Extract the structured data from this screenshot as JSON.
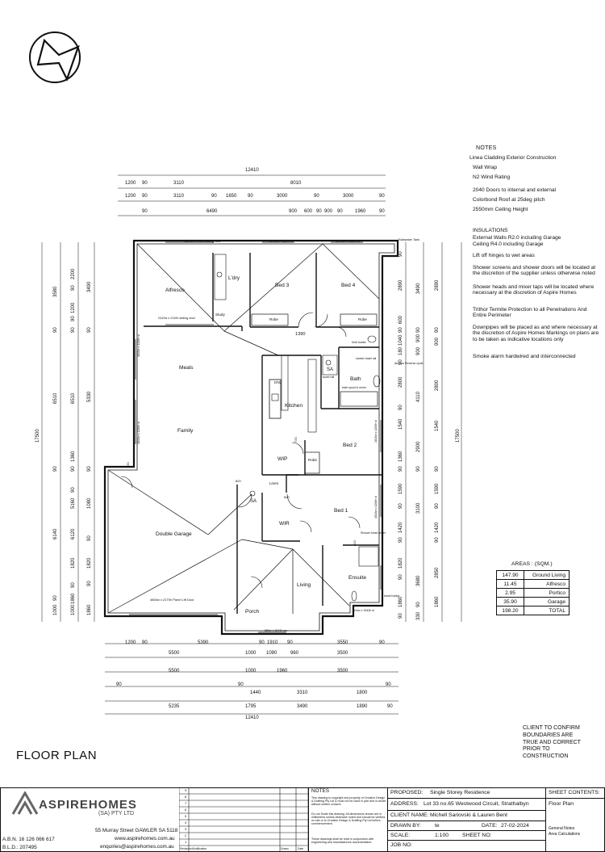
{
  "north_arrow": "compass-logo-icon",
  "notes": {
    "title": "NOTES",
    "items": [
      "Linea Cladding Exterior Construction",
      "Wall Wrap",
      "N2 Wind Rating",
      "2040 Doors to internal and external",
      "Colorbond Roof at 25deg pitch",
      "2550mm Ceiling Height",
      "INSULATIONS",
      "External Walls R2.0 including Garage",
      "Ceiling  R4.0 including Garage",
      "Lift off hinges to wet areas",
      "Shower screens and shower doors will be located at the discretion of the supplier unless otherwise noted",
      "Shower heads and mixer taps will be located where necessary at the discretion of Aspire Homes",
      "Trithor Termite Protection to all Penetrations And Entire Perimeter",
      "Downpipes will be placed as and where necessary at the discretion of Aspire Homes Markings on plans are to be taken as indicative locations only",
      "Smoke alarm hardwired and interconnected"
    ]
  },
  "rooms": {
    "alfresco": "Alfresco",
    "ldry": "L'dry",
    "study": "Study",
    "bed3": "Bed 3",
    "bed4": "Bed 4",
    "robe": "Robe",
    "meals": "Meals",
    "kitchen": "Kitchen",
    "family": "Family",
    "bath": "Bath",
    "bed2": "Bed 2",
    "wip": "WIP",
    "linen": "Linen",
    "double_garage": "Double Garage",
    "wir": "WIR",
    "bed1": "Bed 1",
    "ensuite": "Ensuite",
    "living": "Living",
    "porch": "Porch",
    "sa": "SA",
    "dw": "D/W"
  },
  "plan_labels": {
    "alf_door_top": "1450w x 2110h sliding door",
    "bed3_win": "1810w x 1543h sl",
    "bed4_win": "1810w x 1543h sl",
    "alf_door_bottom": "2410w x 2110h sliding door",
    "rainwater": "Rainwater Tank",
    "shower_towel": "shower towel rail",
    "toilet_roll": "t/roll holder",
    "towel_rail": "towel rail",
    "bath_spout": "bath spout & mixer",
    "air_con": "Air Con Reverse cycle",
    "meals_win": "1810w x 1200h sl",
    "family_win": "1810w x 1200h sl",
    "bed2_win": "1810w x 1200h sl",
    "bed1_win": "1810w x 1200h sl",
    "garage_door": "4800w x 2270h Panel Lift Door",
    "shower_head": "Shower head mixer",
    "towel_holder": "towel holder",
    "ensuite_win": "610w x 1543h sl",
    "living_win": "850w x 1543h aw",
    "d820a": "820",
    "d820b": "820",
    "d720": "720",
    "d1390": "1390",
    "d820c": "820",
    "d620": "620"
  },
  "dims_top": {
    "overall": "12410",
    "r1": [
      "1200",
      "90",
      "3110",
      "8010"
    ],
    "r2": [
      "1200",
      "90",
      "3110",
      "90",
      "1650",
      "90",
      "3000",
      "90",
      "3000",
      "90"
    ],
    "r3": [
      "90",
      "6490",
      "900",
      "600",
      "90",
      "900",
      "90",
      "1960",
      "90"
    ]
  },
  "dims_left": {
    "overall": "17500",
    "c1": [
      "3580",
      "90",
      "6510",
      "90",
      "6140",
      "1000",
      "90"
    ],
    "c2": [
      "2200",
      "90",
      "1200",
      "90",
      "90",
      "6510",
      "90",
      "1360",
      "90",
      "5160",
      "6120",
      "1820",
      "90",
      "1000",
      "1860"
    ],
    "c3": [
      "3490",
      "90",
      "5330",
      "90",
      "1080",
      "90",
      "1820",
      "90",
      "1860"
    ]
  },
  "dims_right": {
    "overall": "17500",
    "c1": [
      "90",
      "2890",
      "90",
      "1040",
      "180",
      "600",
      "90",
      "2800",
      "90",
      "1540",
      "1360",
      "90",
      "1590",
      "90",
      "1420",
      "90",
      "1820",
      "90",
      "1860",
      "90"
    ],
    "c2": [
      "3490",
      "90",
      "900",
      "900",
      "4110",
      "2900",
      "90",
      "3100",
      "3680",
      "90",
      "330"
    ],
    "c3": [
      "2890",
      "90",
      "900",
      "2800",
      "1540",
      "90",
      "1590",
      "90",
      "1420",
      "90",
      "2850",
      "1860"
    ]
  },
  "dims_bottom": {
    "r1": [
      "1200",
      "90",
      "5390",
      "90",
      "1910",
      "90",
      "3550",
      "90"
    ],
    "r2": [
      "5500",
      "1000",
      "1090",
      "960",
      "3500"
    ],
    "r3": [
      "5500",
      "1000",
      "1960",
      "3500"
    ],
    "r4": [
      "90",
      "90",
      "1440",
      "3310",
      "1800",
      "90"
    ],
    "r5": [
      "5235",
      "1795",
      "3490",
      "1890",
      "90"
    ],
    "overall": "12410"
  },
  "areas": {
    "heading": "AREAS : (SQM.)",
    "rows": [
      {
        "value": "147.90",
        "label": "Ground Living"
      },
      {
        "value": "11.45",
        "label": "Alfresco"
      },
      {
        "value": "2.95",
        "label": "Portico"
      },
      {
        "value": "35.90",
        "label": "Garage"
      },
      {
        "value": "198.20",
        "label": "TOTAL"
      }
    ]
  },
  "client_confirm": "CLIENT TO CONFIRM BOUNDARIES ARE TRUE AND CORRECT PRIOR TO CONSTRUCTION",
  "plan_title": "FLOOR PLAN",
  "company": {
    "name": "ASPIREHOMES",
    "sub": "(SA) PTY LTD",
    "abn": "A.B.N. 16 126 066 617",
    "bld": "B.L.D.: 207495",
    "address": "55 Murray Street GAWLER SA 5118",
    "web": "www.aspirehomes.com.au",
    "email": "enquiries@aspirehomes.com.au"
  },
  "revisions": {
    "numbers": [
      "9",
      "8",
      "7",
      "6",
      "5",
      "4",
      "3",
      "2",
      "1"
    ],
    "col_revisions": "Revisions",
    "col_modification": "Modification",
    "col_drawn": "Drawn",
    "col_date": "Date"
  },
  "tb_notes": {
    "title": "NOTES",
    "p1": "This drawing is copyright and property of Creative Design & Drafting Pty Ltd & must not be used in part and in whole without written consent.",
    "p2": "Do not Scale this drawing. All dimensions shown are in millimetres unless otherwise noted and should be verified on site or to Creative Design & Drafting Pty Ltd before commencement.",
    "p3": "These drawings shall be read in conjunction with engineering and manufacturers documentation."
  },
  "project": {
    "proposed_label": "PROPOSED:",
    "proposed": "Single Storey Residence",
    "address_label": "ADDRESS:",
    "address": "Lot 33 no.65 Westwood Circuit, Strathalbyn",
    "client_label": "CLIENT NAME:",
    "client": "Michell Sariovski & Lauren Bent",
    "drawn_label": "DRAWN BY:",
    "drawn": "te",
    "date_label": "DATE:",
    "date": "27-02-2024",
    "scale_label": "SCALE:",
    "scale": "1:100",
    "sheet_label": "SHEET NO:",
    "job_label": "JOB NO:"
  },
  "sheet_contents": {
    "title": "SHEET CONTENTS:",
    "items": [
      "Floor Plan",
      "General Notes",
      "Area Calculations"
    ]
  }
}
